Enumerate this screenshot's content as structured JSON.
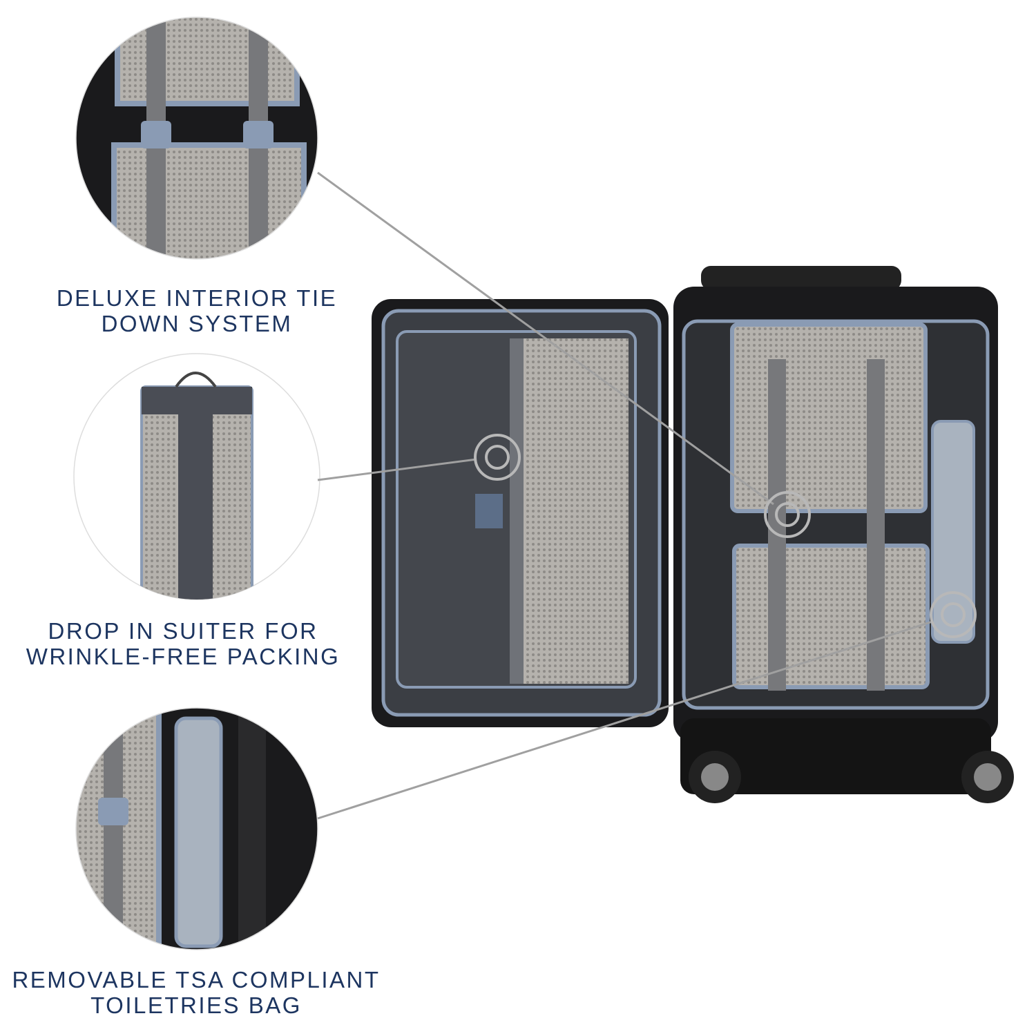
{
  "callouts": [
    {
      "line1": "DELUXE INTERIOR TIE",
      "line2": "DOWN SYSTEM"
    },
    {
      "line1": "DROP IN SUITER FOR",
      "line2": "WRINKLE-FREE PACKING"
    },
    {
      "line1": "REMOVABLE TSA COMPLIANT",
      "line2": "TOILETRIES BAG"
    }
  ],
  "colors": {
    "text": "#1d3560",
    "trim": "#8a9bb4",
    "body": "#1a1a1c",
    "lining": "#3b3e44",
    "mesh": "#a8a6a2"
  }
}
